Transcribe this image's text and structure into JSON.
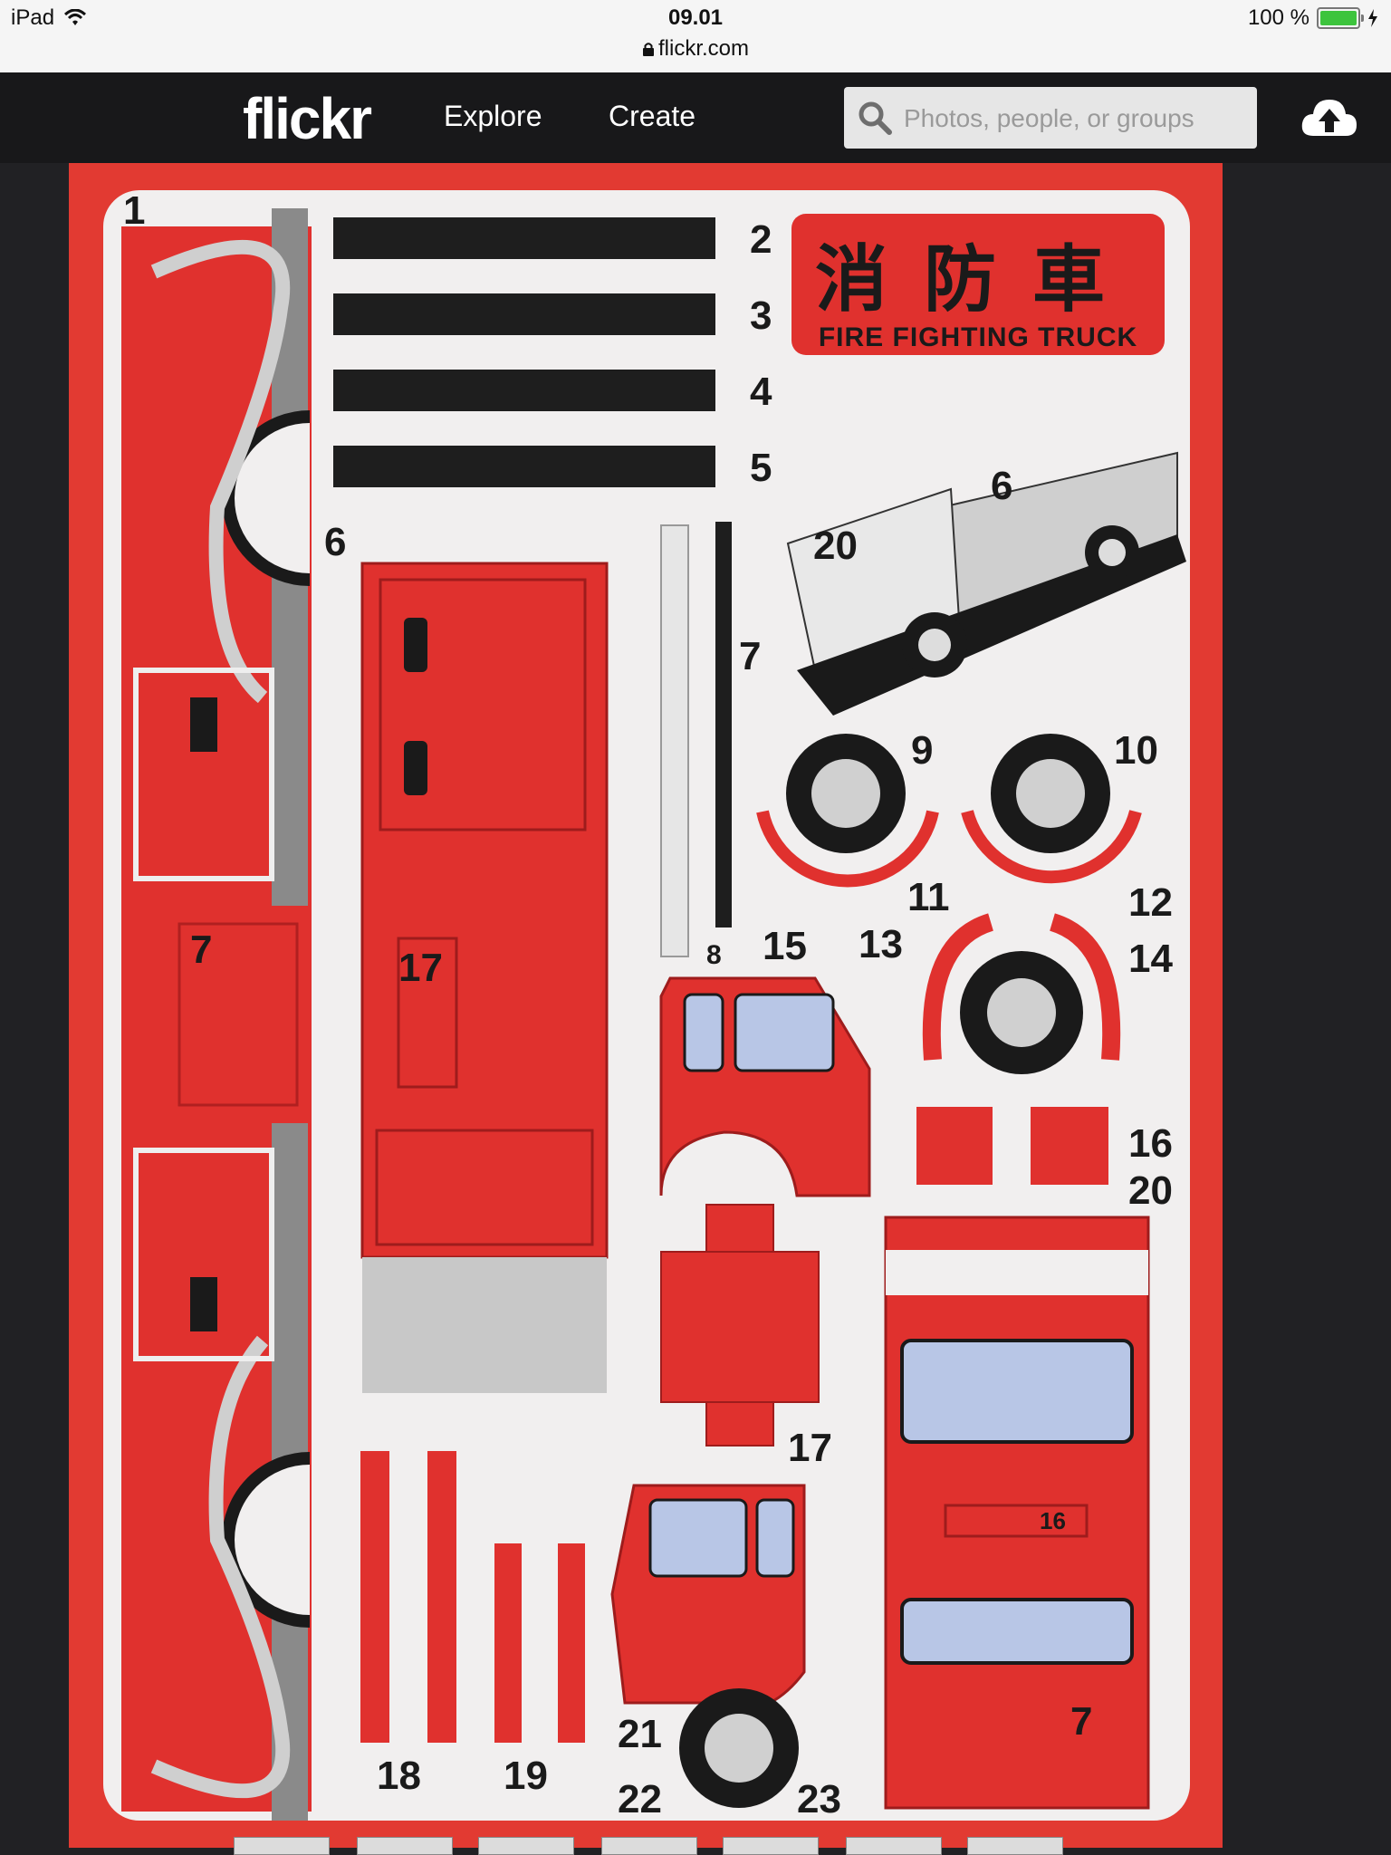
{
  "status_bar": {
    "device": "iPad",
    "time": "09.01",
    "url": "flickr.com",
    "battery": "100 %"
  },
  "navbar": {
    "logo": "flickr",
    "links": [
      "Explore",
      "Create"
    ],
    "search_placeholder": "Photos, people, or groups"
  },
  "photo": {
    "title_jp": "消防車",
    "title_en": "FIRE FIGHTING TRUCK",
    "part_numbers": {
      "p1": "1",
      "p2": "2",
      "p3": "3",
      "p4": "4",
      "p5": "5",
      "p6": "6",
      "p7": "7",
      "p8": "8",
      "p9": "9",
      "p10": "10",
      "p11": "11",
      "p12": "12",
      "p13": "13",
      "p14": "14",
      "p15": "15",
      "p16": "16",
      "p17": "17",
      "p18": "18",
      "p19": "19",
      "p20": "20",
      "p21": "21",
      "p22": "22",
      "p23": "23"
    }
  },
  "colors": {
    "nav_bg": "#18181a",
    "page_bg": "#212124",
    "truck_red": "#e0312e",
    "window_blue": "#b8c6e6"
  }
}
